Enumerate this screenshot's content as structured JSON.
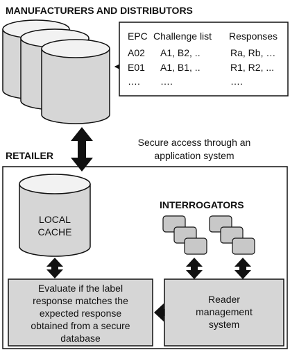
{
  "top_title": "MANUFACTURERS AND DISTRIBUTORS",
  "table": {
    "headers": [
      "EPC",
      "Challenge list",
      "Responses"
    ],
    "rows": [
      [
        "A02",
        "A1, B2, ..",
        "Ra, Rb, …"
      ],
      [
        "E01",
        "A1, B1, ..",
        "R1, R2, ..."
      ],
      [
        "….",
        "….",
        "…."
      ]
    ]
  },
  "retailer_title": "RETAILER",
  "secure_access_line1": "Secure access through an",
  "secure_access_line2": "application system",
  "local_cache_line1": "LOCAL",
  "local_cache_line2": "CACHE",
  "interrogators_title": "INTERROGATORS",
  "evaluate_lines": [
    "Evaluate if the label",
    "response matches the",
    "expected response",
    "obtained from a secure",
    "database"
  ],
  "reader_lines": [
    "Reader",
    "management",
    "system"
  ]
}
